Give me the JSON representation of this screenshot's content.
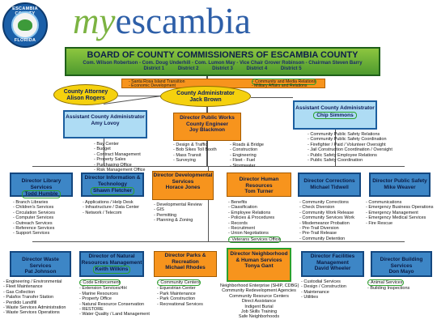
{
  "header": {
    "seal_top": "ESCAMBIA COUNTY",
    "seal_bottom": "FLORIDA",
    "logo_my": "my",
    "logo_rest": "escambia"
  },
  "board": {
    "title": "BOARD OF COUNTY COMMISSIONERS OF ESCAMBIA COUNTY",
    "members": "Com. Wilson Robertson  -  Com. Doug Underhill  -  Com. Lumon May  -  Vice Chair Grover Robinson  -  Chairman Steven Barry",
    "districts": "District 1          District 2          District 3          District 4          District 5"
  },
  "staff_strip": {
    "left1": "- Santa Rosa Island Transition",
    "left2": "- Economic Development",
    "right1": "- Community and Media Relations",
    "right2": "- Military Affairs and Relations"
  },
  "county_attorney": {
    "title": "County Attorney",
    "name": "Alison Rogers"
  },
  "county_admin": {
    "title": "County Administrator",
    "name": "Jack Brown"
  },
  "asst_left": {
    "title": "Assistant County Administrator",
    "name": "Amy Lovoy",
    "items": [
      "- Bay Center",
      "- Budget",
      "- Contract Management",
      "- Property Sales",
      "- Purchasing Office",
      "- Risk Management Office"
    ]
  },
  "asst_right": {
    "title": "Assistant County Administrator",
    "name": "Chip Simmons",
    "items": [
      "- Community Public Safety Relations",
      "- Community Public Safety Coordination",
      "- Firefighter / Paid / Volunteer Oversight",
      "- Jail Construction Coordination / Oversight",
      "- Public Safety Employee Relations",
      "- Public Safety Coordination"
    ]
  },
  "public_works": {
    "title": "Director Public Works County Engineer",
    "name": "Joy Blackmon",
    "items_a": [
      "- Design & Traffic",
      "- Bob Sikes Toll Booth",
      "- Mass Transit",
      "- Surveying"
    ],
    "items_b": [
      "- Roads & Bridge",
      "- Construction",
      "- Engineering",
      "- Fleet - Fuel",
      "- Stormwater"
    ]
  },
  "row1": [
    {
      "title": "Director Library Services",
      "name": "Todd Humble",
      "items": [
        "- Branch Libraries",
        "- Children's Services",
        "- Circulation Services",
        "- Computer Services",
        "- Outreach Services",
        "- Reference Services",
        "- Support Services"
      ]
    },
    {
      "title": "Director Information & Technology",
      "name": "Shawn Fletcher",
      "items": [
        "- Applications / Help Desk",
        "- Infrastructure / Data Center",
        "- Network / Telecom"
      ]
    },
    {
      "title": "Director Developmental Services",
      "name": "Horace Jones",
      "items": [
        "- Developmental Review",
        "- GIS",
        "- Permitting",
        "- Planning & Zoning"
      ]
    },
    {
      "title": "Director Human Resources",
      "name": "Tom Turner",
      "items": [
        "- Benefits",
        "- Classification",
        "- Employee Relations",
        "- Policies & Procedures",
        "- Records",
        "- Recruitment",
        "- Union Negotiations",
        "- Veterans Services Office"
      ]
    },
    {
      "title": "Director Corrections",
      "name": "Michael Tidwell",
      "items": [
        "- Community Corrections",
        "- Check Diversion",
        "- Community Work Release",
        "- Community Services Work",
        "- Misdemeanor Probation",
        "- Pre-Trail Diversion",
        "- Pre-Trail Release",
        "- Community Detention"
      ]
    },
    {
      "title": "Director Public Safety",
      "name": "Mike Weaver",
      "items": [
        "- Communications",
        "- Emergency Business Operations",
        "- Emergency Management",
        "- Emergency Medical Services",
        "- Fire Rescue"
      ]
    }
  ],
  "row2": [
    {
      "title": "Director Waste Services",
      "name": "Pat Johnson",
      "items": [
        "- Engineering / Environmental",
        "- Fleet Maintenance",
        "- Gas Collection",
        "- Palafox Transfer Station",
        "- Perdido Landfill",
        "- Waste Services Administration",
        "- Waste Services Operations"
      ]
    },
    {
      "title": "Director of Natural Resources Management",
      "name": "Keith Wilkins",
      "items": [
        "- Code Enforcement",
        "- Extension Services/4H",
        "- Marine Resources",
        "- Property Office",
        "- Natural Resource Conservation",
        "- RESTORE",
        "- Water Quality / Land Management"
      ]
    },
    {
      "title": "Director Parks & Recreation",
      "name": "Michael Rhodes",
      "items": [
        "- Community Centers",
        "- Equestrian Center",
        "- Park Maintenance",
        "- Park Construction",
        "- Recreational Services"
      ]
    },
    {
      "title": "Director Neighborhood & Human Services",
      "name": "Tonya Gant",
      "items": [
        "Neighborhood Enterprise (SHIP, CDBG)",
        "Community Redevelopment Agencies",
        "Community Resource Centers",
        "Direct Assistance",
        "Indigent Burial",
        "Job Skills Training",
        "Safe Neighborhoods"
      ]
    },
    {
      "title": "Director Facilities Management",
      "name": "David Wheeler",
      "items": [
        "- Custodial Services",
        "- Design / Construction",
        "- Maintenance",
        "- Utilities"
      ]
    },
    {
      "title": "Director Building Services",
      "name": "Don Mayo",
      "items": [
        "- Animal Services",
        "- Building Inspections"
      ]
    }
  ]
}
